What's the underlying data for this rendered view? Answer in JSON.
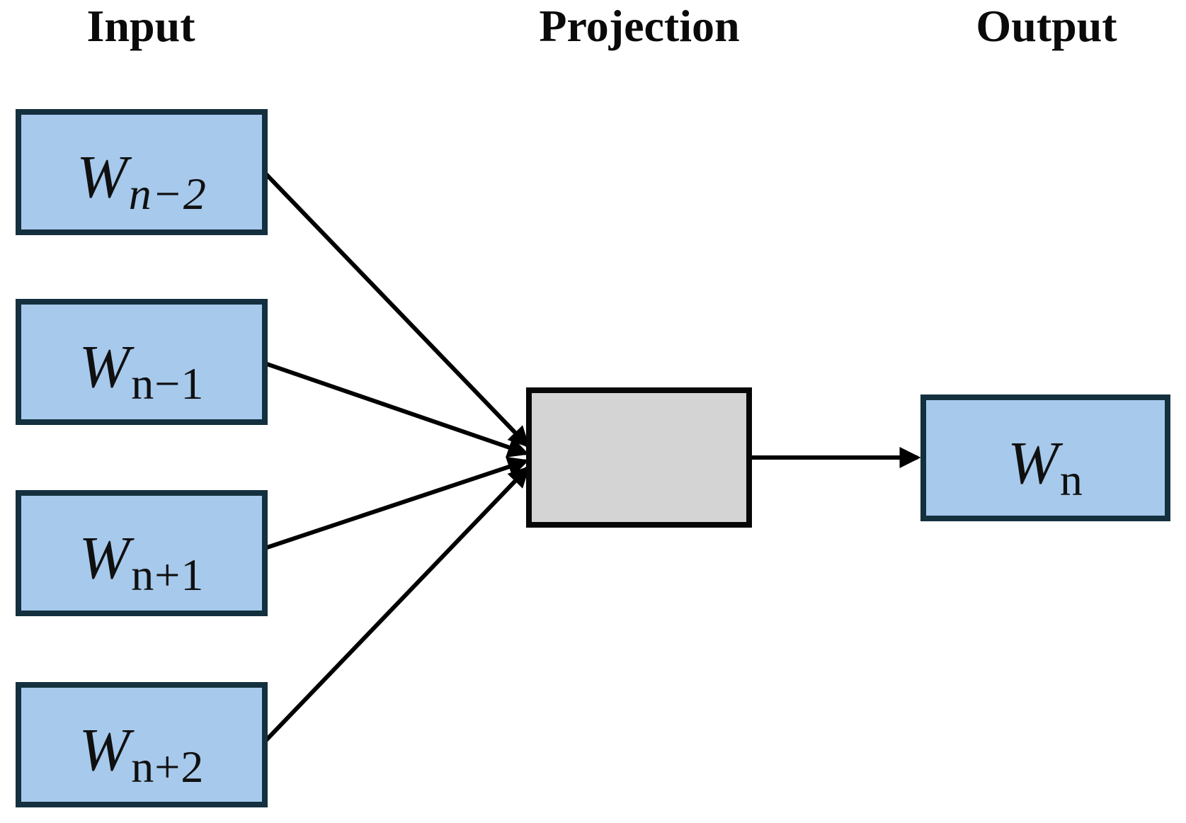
{
  "headers": {
    "input": "Input",
    "projection": "Projection",
    "output": "Output"
  },
  "input_boxes": [
    {
      "main": "W",
      "sub": "n−2"
    },
    {
      "main": "W",
      "sub": "n−1"
    },
    {
      "main": "W",
      "sub": "n+1"
    },
    {
      "main": "W",
      "sub": "n+2"
    }
  ],
  "output_box": {
    "main": "W",
    "sub": "n"
  },
  "colors": {
    "background": "#ffffff",
    "box_fill_blue": "#a6c9ec",
    "box_border_navy": "#14303f",
    "projection_fill": "#d4d4d4",
    "projection_border": "#070707",
    "arrow": "#000000",
    "text": "#0a0a0a"
  }
}
